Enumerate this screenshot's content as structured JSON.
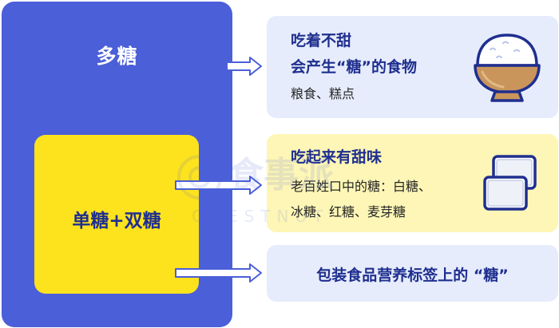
{
  "outer_group": {
    "title": "多糖"
  },
  "inner_group": {
    "title": "单糖+双糖"
  },
  "cards": [
    {
      "title_line1": "吃着不甜",
      "title_line2": "会产生“糖”的食物",
      "examples": "粮食、糕点",
      "icon": "rice-bowl-icon"
    },
    {
      "title": "吃起来有甜味",
      "examples_line1": "老百姓口中的糖：白糖、",
      "examples_line2": "冰糖、红糖、麦芽糖",
      "icon": "sugar-cubes-icon"
    },
    {
      "label": "包装食品营养标签上的 “糖”"
    }
  ],
  "watermark": {
    "text_cn": "食事派",
    "text_en": "CHESTNUT"
  },
  "colors": {
    "outer_blue": "#4a5fd8",
    "inner_yellow": "#fde21e",
    "card_blue_bg": "#e6ecfb",
    "card_yellow_bg": "#fdf6b6",
    "text_dark_blue": "#1f2f8f",
    "bowl_brown": "#c9955a"
  }
}
